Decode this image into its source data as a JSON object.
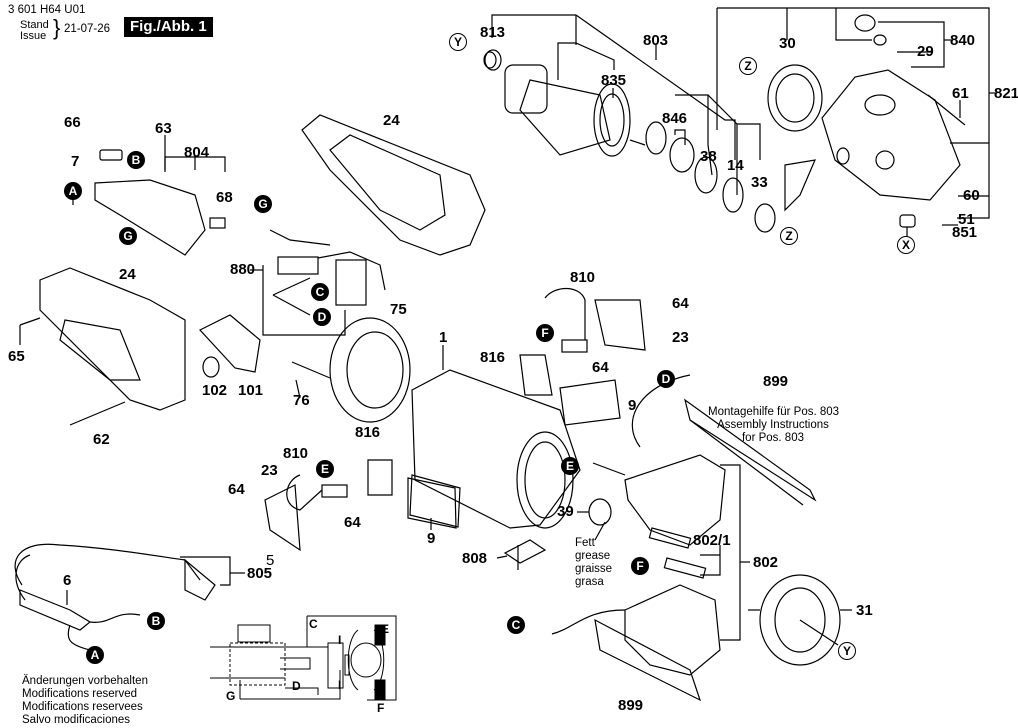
{
  "header": {
    "doc_number": "3 601 H64 U01",
    "stand_label": "Stand",
    "issue_label": "Issue",
    "date": "21-07-26",
    "figure_label": "Fig./Abb. 1"
  },
  "footer": {
    "lines": [
      "Änderungen vorbehalten",
      "Modifications reserved",
      "Modifications reservees",
      "Salvo modificaciones"
    ]
  },
  "part_numbers": {
    "p813": "813",
    "p803": "803",
    "p835": "835",
    "p30": "30",
    "p840": "840",
    "p29": "29",
    "p821": "821",
    "p61": "61",
    "p846": "846",
    "p38": "38",
    "p14": "14",
    "p33": "33",
    "p60": "60",
    "p51": "51",
    "p851": "851",
    "p66": "66",
    "p63": "63",
    "p7": "7",
    "p804": "804",
    "p68": "68",
    "p24a": "24",
    "p24b": "24",
    "p880": "880",
    "p65": "65",
    "p102": "102",
    "p101": "101",
    "p62": "62",
    "p75": "75",
    "p1": "1",
    "p76": "76",
    "p810a": "810",
    "p64a": "64",
    "p23a": "23",
    "p816a": "816",
    "p64b": "64",
    "p9a": "9",
    "p899a": "899",
    "p816b": "816",
    "p810b": "810",
    "p23b": "23",
    "p64c": "64",
    "p64d": "64",
    "p9b": "9",
    "p39": "39",
    "p808": "808",
    "p8021": "802/1",
    "p802": "802",
    "p5": "5",
    "p805": "805",
    "p6": "6",
    "p31": "31",
    "p899b": "899"
  },
  "connectors": {
    "A1": "A",
    "A2": "A",
    "B1": "B",
    "B2": "B",
    "G1": "G",
    "G2": "G",
    "C1": "C",
    "C2": "C",
    "D1": "D",
    "D2": "D",
    "E1": "E",
    "E2": "E",
    "F1": "F",
    "F2": "F",
    "Y1": "Y",
    "Y2": "Y",
    "Z1": "Z",
    "Z2": "Z",
    "X1": "X"
  },
  "notes": {
    "assembly": [
      "Montagehilfe für Pos. 803",
      "Assembly Instructions",
      "for Pos. 803"
    ],
    "grease": [
      "Fett",
      "grease",
      "graisse",
      "grasa"
    ]
  },
  "schematic": {
    "labels": {
      "C": "C",
      "D": "D",
      "E": "E",
      "F": "F",
      "G": "G",
      "I1": "I",
      "I2": "I"
    }
  }
}
